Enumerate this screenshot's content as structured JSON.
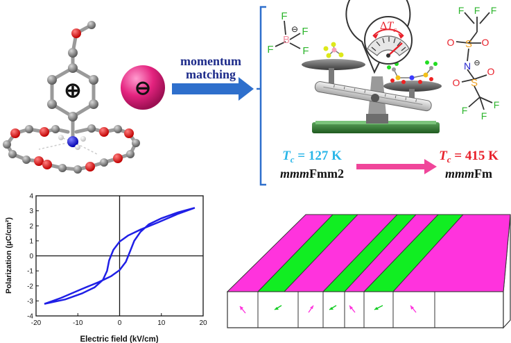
{
  "cation": {
    "charge_symbol": "⊕"
  },
  "anion": {
    "charge_symbol": "⊖"
  },
  "arrow_label": {
    "line1": "momentum",
    "line2": "matching"
  },
  "delta_tc": {
    "symbol": "Δ",
    "var": "T",
    "sub": "c"
  },
  "bf4": {
    "F": "F",
    "B": "B",
    "minus": "⊖"
  },
  "tfsi": {
    "F": "F",
    "S": "S",
    "O": "O",
    "N": "N",
    "minus": "⊖"
  },
  "phase_low": {
    "var": "T",
    "sub": "c",
    "value": " = 127 K",
    "group_italic": "mmm",
    "group_rest": "Fmm2"
  },
  "phase_high": {
    "var": "T",
    "sub": "c",
    "value": " = 415 K",
    "group_italic": "mmm",
    "group_rest": "Fm"
  },
  "colors": {
    "cyan": "#29b6e8",
    "red": "#e8202a",
    "pink": "#f0459a",
    "blue_arrow": "#2e6fcc",
    "magenta": "#ff33dd",
    "green": "#11ee22",
    "loop": "#1f1fe6"
  },
  "chart_data": {
    "type": "line",
    "title": "",
    "xlabel": "Electric field (kV/cm)",
    "ylabel": "Polarization (μC/cm²)",
    "xlim": [
      -20,
      20
    ],
    "ylim": [
      -4,
      4
    ],
    "xticks": [
      "-20",
      "-10",
      "0",
      "10",
      "20"
    ],
    "yticks": [
      "4",
      "3",
      "2",
      "1",
      "0",
      "-1",
      "-2",
      "-3",
      "-4"
    ],
    "grid": false,
    "series": [
      {
        "x": [
          -18,
          -13,
          -9,
          -6,
          -4,
          -3,
          -2.5,
          -1.5,
          0,
          2,
          5,
          9,
          14,
          18,
          14,
          10,
          7,
          5,
          3.5,
          2.5,
          1.5,
          0,
          -2,
          -5,
          -9,
          -14,
          -18
        ],
        "y": [
          -3.2,
          -2.9,
          -2.5,
          -2.1,
          -1.6,
          -1.0,
          -0.3,
          0.4,
          0.95,
          1.35,
          1.75,
          2.2,
          2.8,
          3.2,
          2.9,
          2.5,
          2.1,
          1.6,
          1.0,
          0.3,
          -0.4,
          -0.95,
          -1.35,
          -1.75,
          -2.2,
          -2.8,
          -3.2
        ]
      }
    ]
  }
}
